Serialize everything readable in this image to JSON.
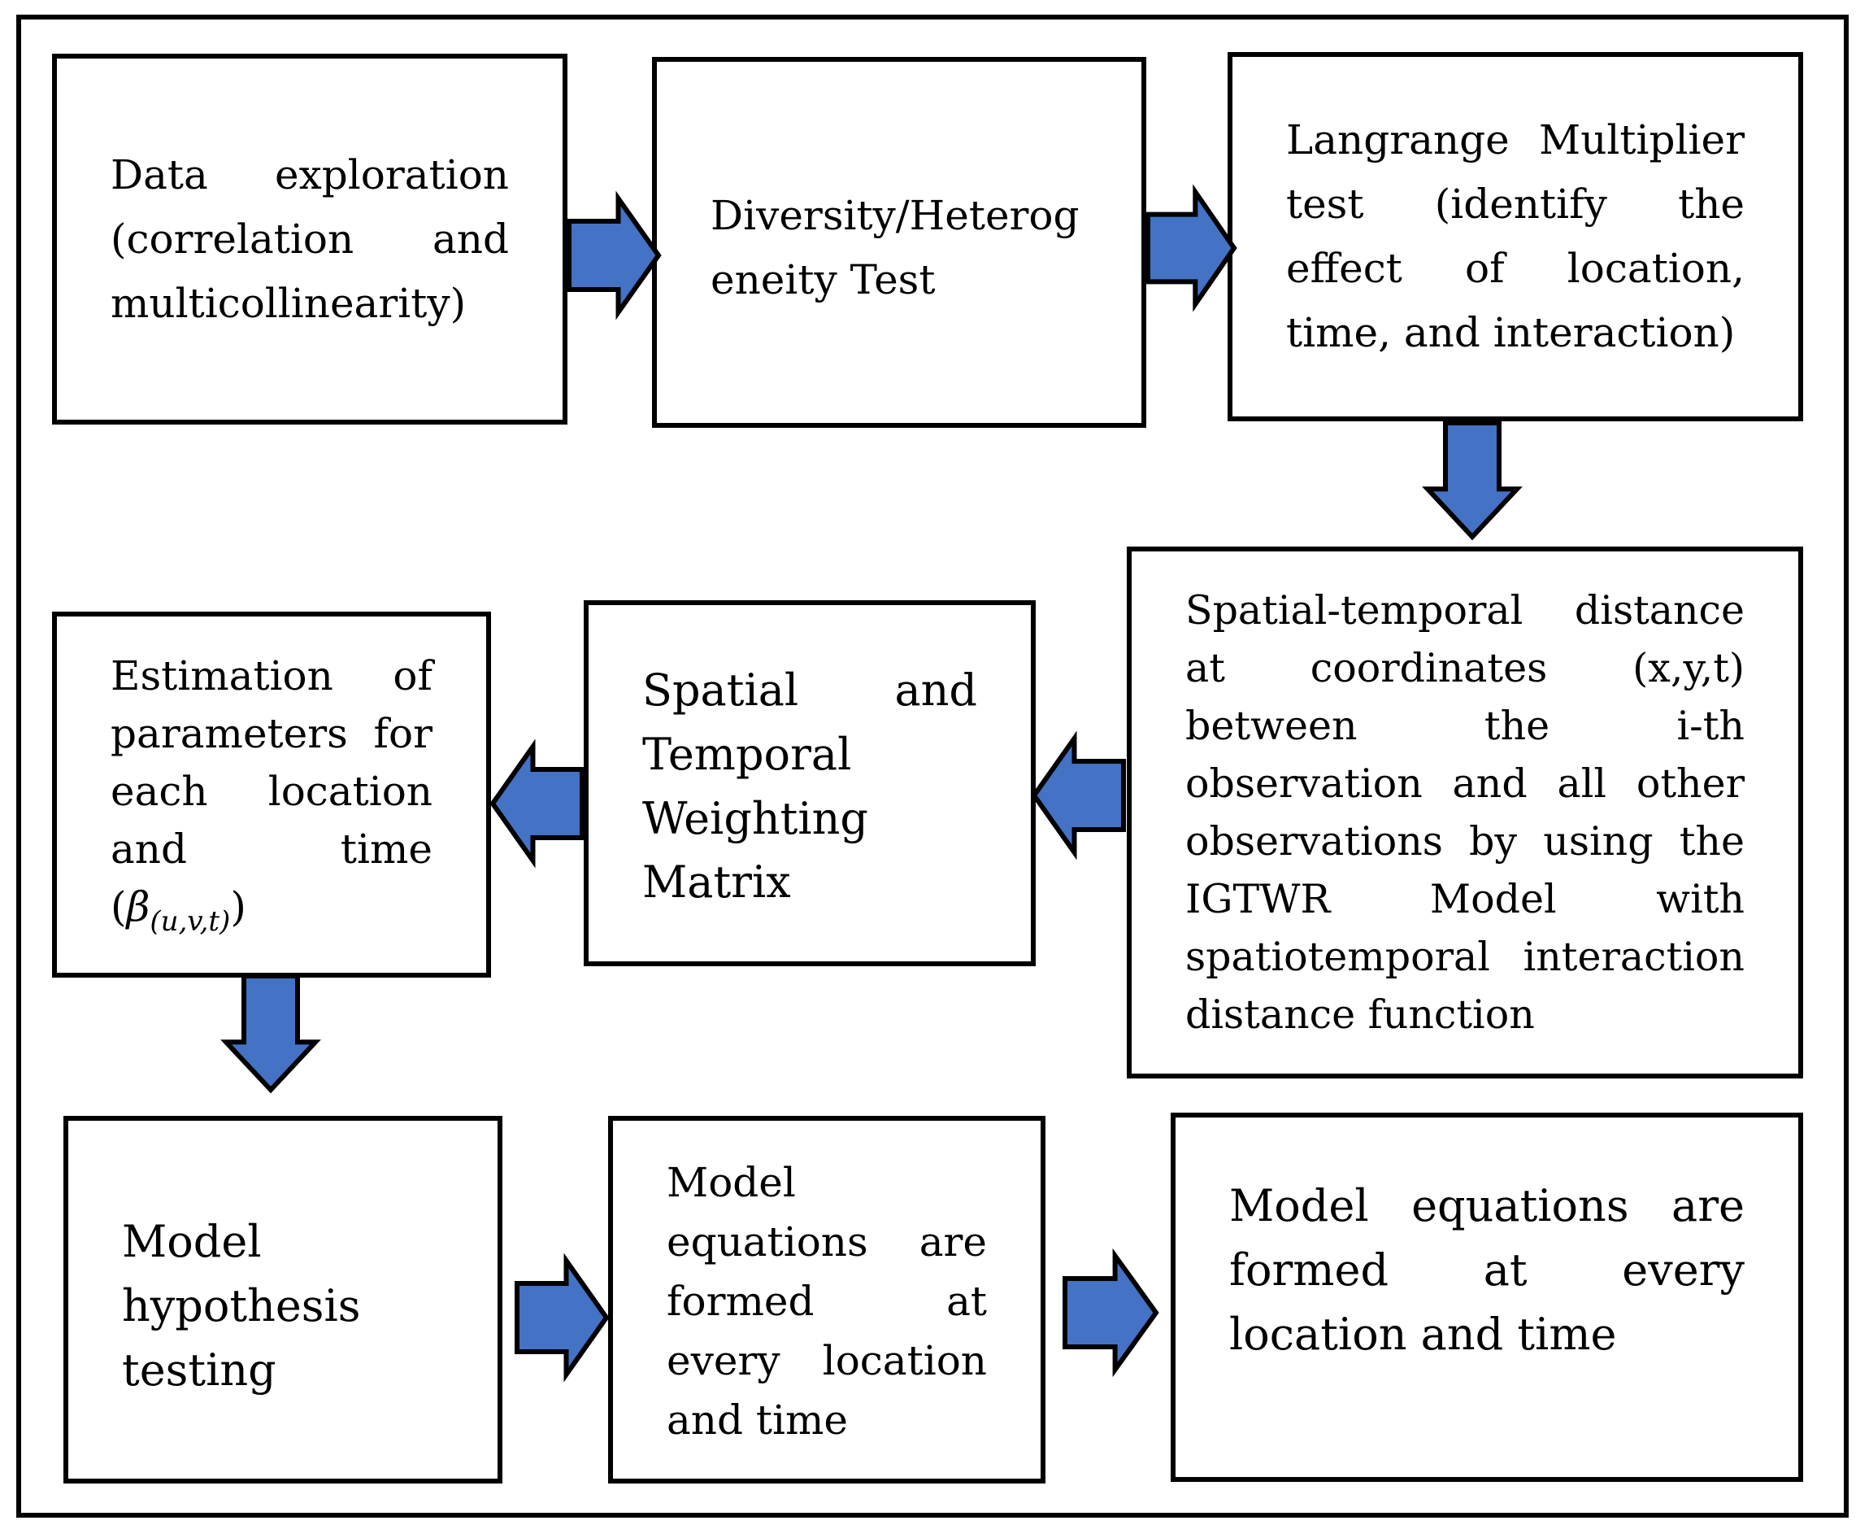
{
  "diagram": {
    "arrow_color": "#4472c4",
    "boxes": {
      "data_exploration": "Data exploration (correlation and multicollinearity)",
      "diversity_test": "Diversity/Heterog eneity Test",
      "lagrange_test": "Langrange Multiplier test (identify the effect of location, time, and interaction)",
      "spatial_temporal_distance": "Spatial-temporal distance at coordinates (x,y,t) between the i-th observation and all other observations by using the IGTWR Model with spatiotemporal interaction distance function",
      "weighting_matrix": "Spatial and Temporal Weighting Matrix",
      "estimation": {
        "text": "Estimation of parameters for each location and time (",
        "symbol": "β",
        "subscript": "(u,v,t)",
        "close": ")"
      },
      "hypothesis_testing": "Model hypothesis testing",
      "model_equations_1": "Model equations are formed at every location and time",
      "model_equations_2": "Model equations are formed at every location and time"
    }
  }
}
